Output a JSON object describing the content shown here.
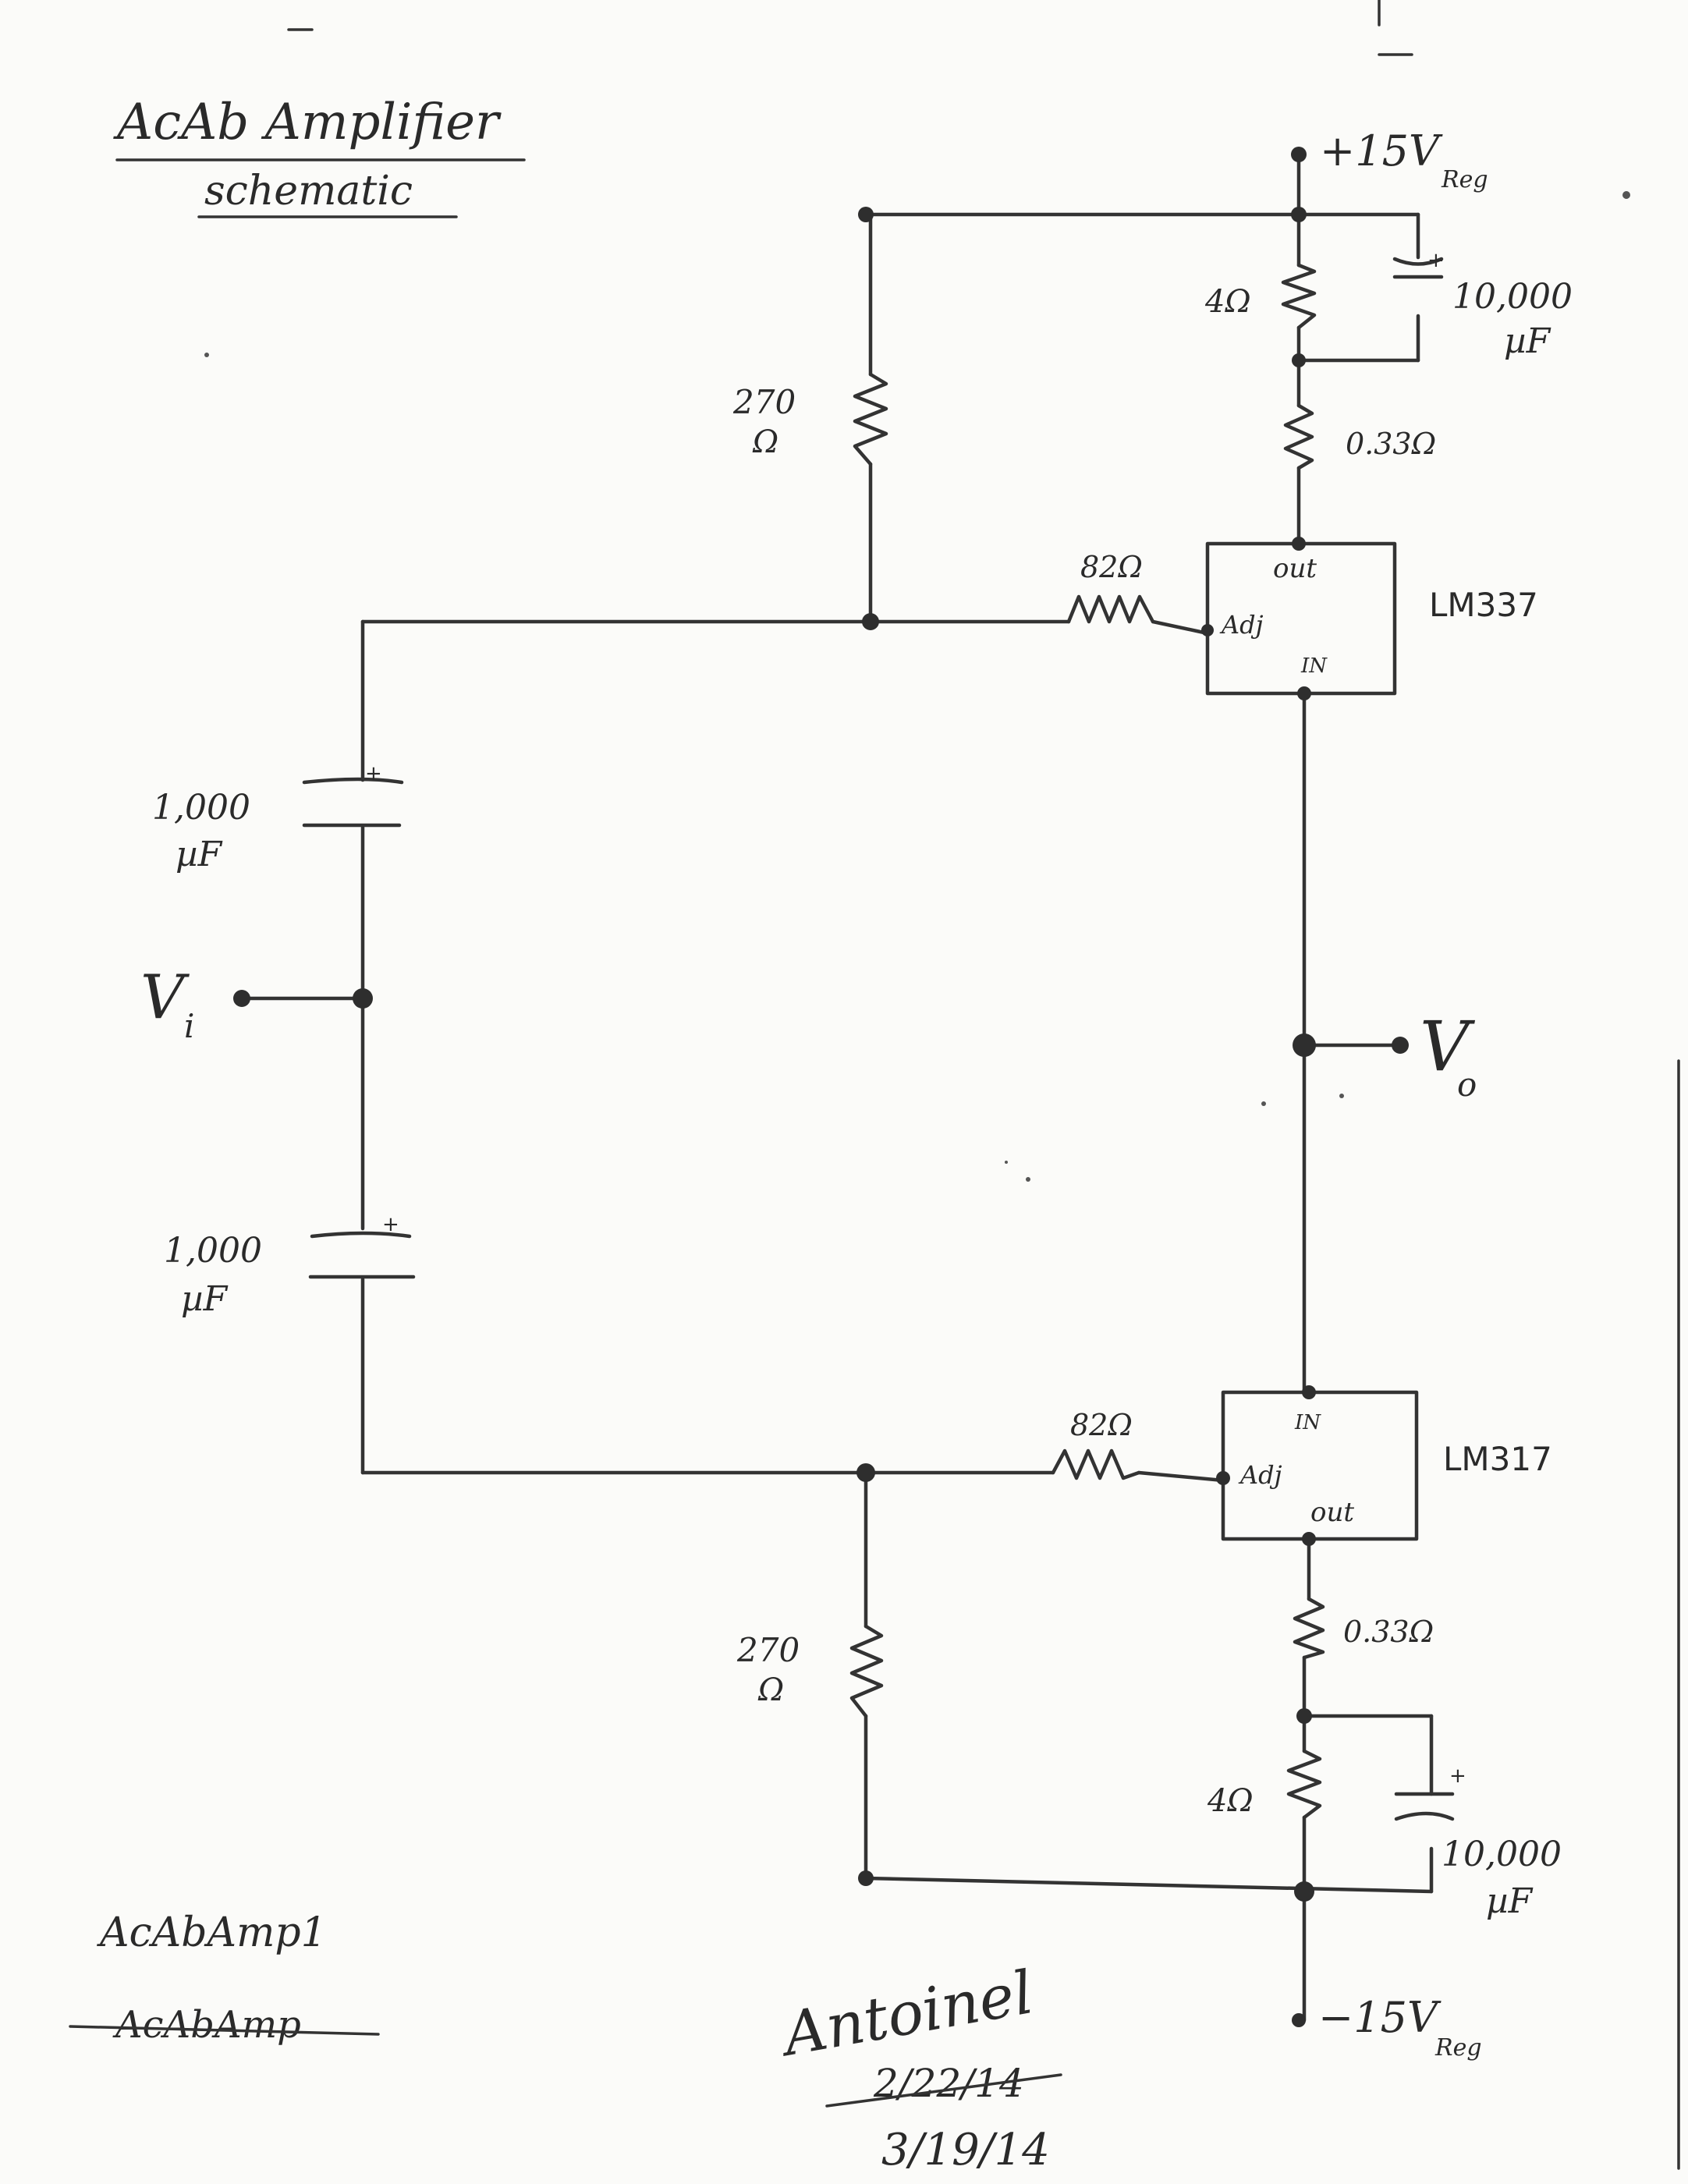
{
  "title": "AcAb Amplifier",
  "subtitle": "schematic",
  "supply": {
    "positive": "+15V",
    "positive_sub": "Reg",
    "negative": "−15V",
    "negative_sub": "Reg"
  },
  "input": {
    "main": "V",
    "sub": "i"
  },
  "output": {
    "main": "V",
    "sub": "o"
  },
  "upper_regulator": {
    "part": "LM337",
    "pin_out": "out",
    "pin_adj": "Adj",
    "pin_in": "IN"
  },
  "lower_regulator": {
    "part": "LM317",
    "pin_out": "out",
    "pin_adj": "Adj",
    "pin_in": "IN"
  },
  "components": {
    "r_top_sense": "4Ω",
    "c_top_bulk": "10,000",
    "c_top_bulk_unit": "µF",
    "r_top_shunt": "0.33Ω",
    "r_top_adj": "82Ω",
    "r_top_bias": "270",
    "r_top_bias_unit": "Ω",
    "c_in_top": "1,000",
    "c_in_top_unit": "µF",
    "c_in_bottom": "1,000",
    "c_in_bottom_unit": "µF",
    "r_bot_adj": "82Ω",
    "r_bot_bias": "270",
    "r_bot_bias_unit": "Ω",
    "r_bot_shunt": "0.33Ω",
    "r_bot_sense": "4Ω",
    "c_bot_bulk": "10,000",
    "c_bot_bulk_unit": "µF",
    "plus_sign": "+"
  },
  "file_name": "AcAbAmp1",
  "file_name_old": "AcAbAmp",
  "signature": "Antoinel",
  "date_old": "2/22/14",
  "date": "3/19/14"
}
